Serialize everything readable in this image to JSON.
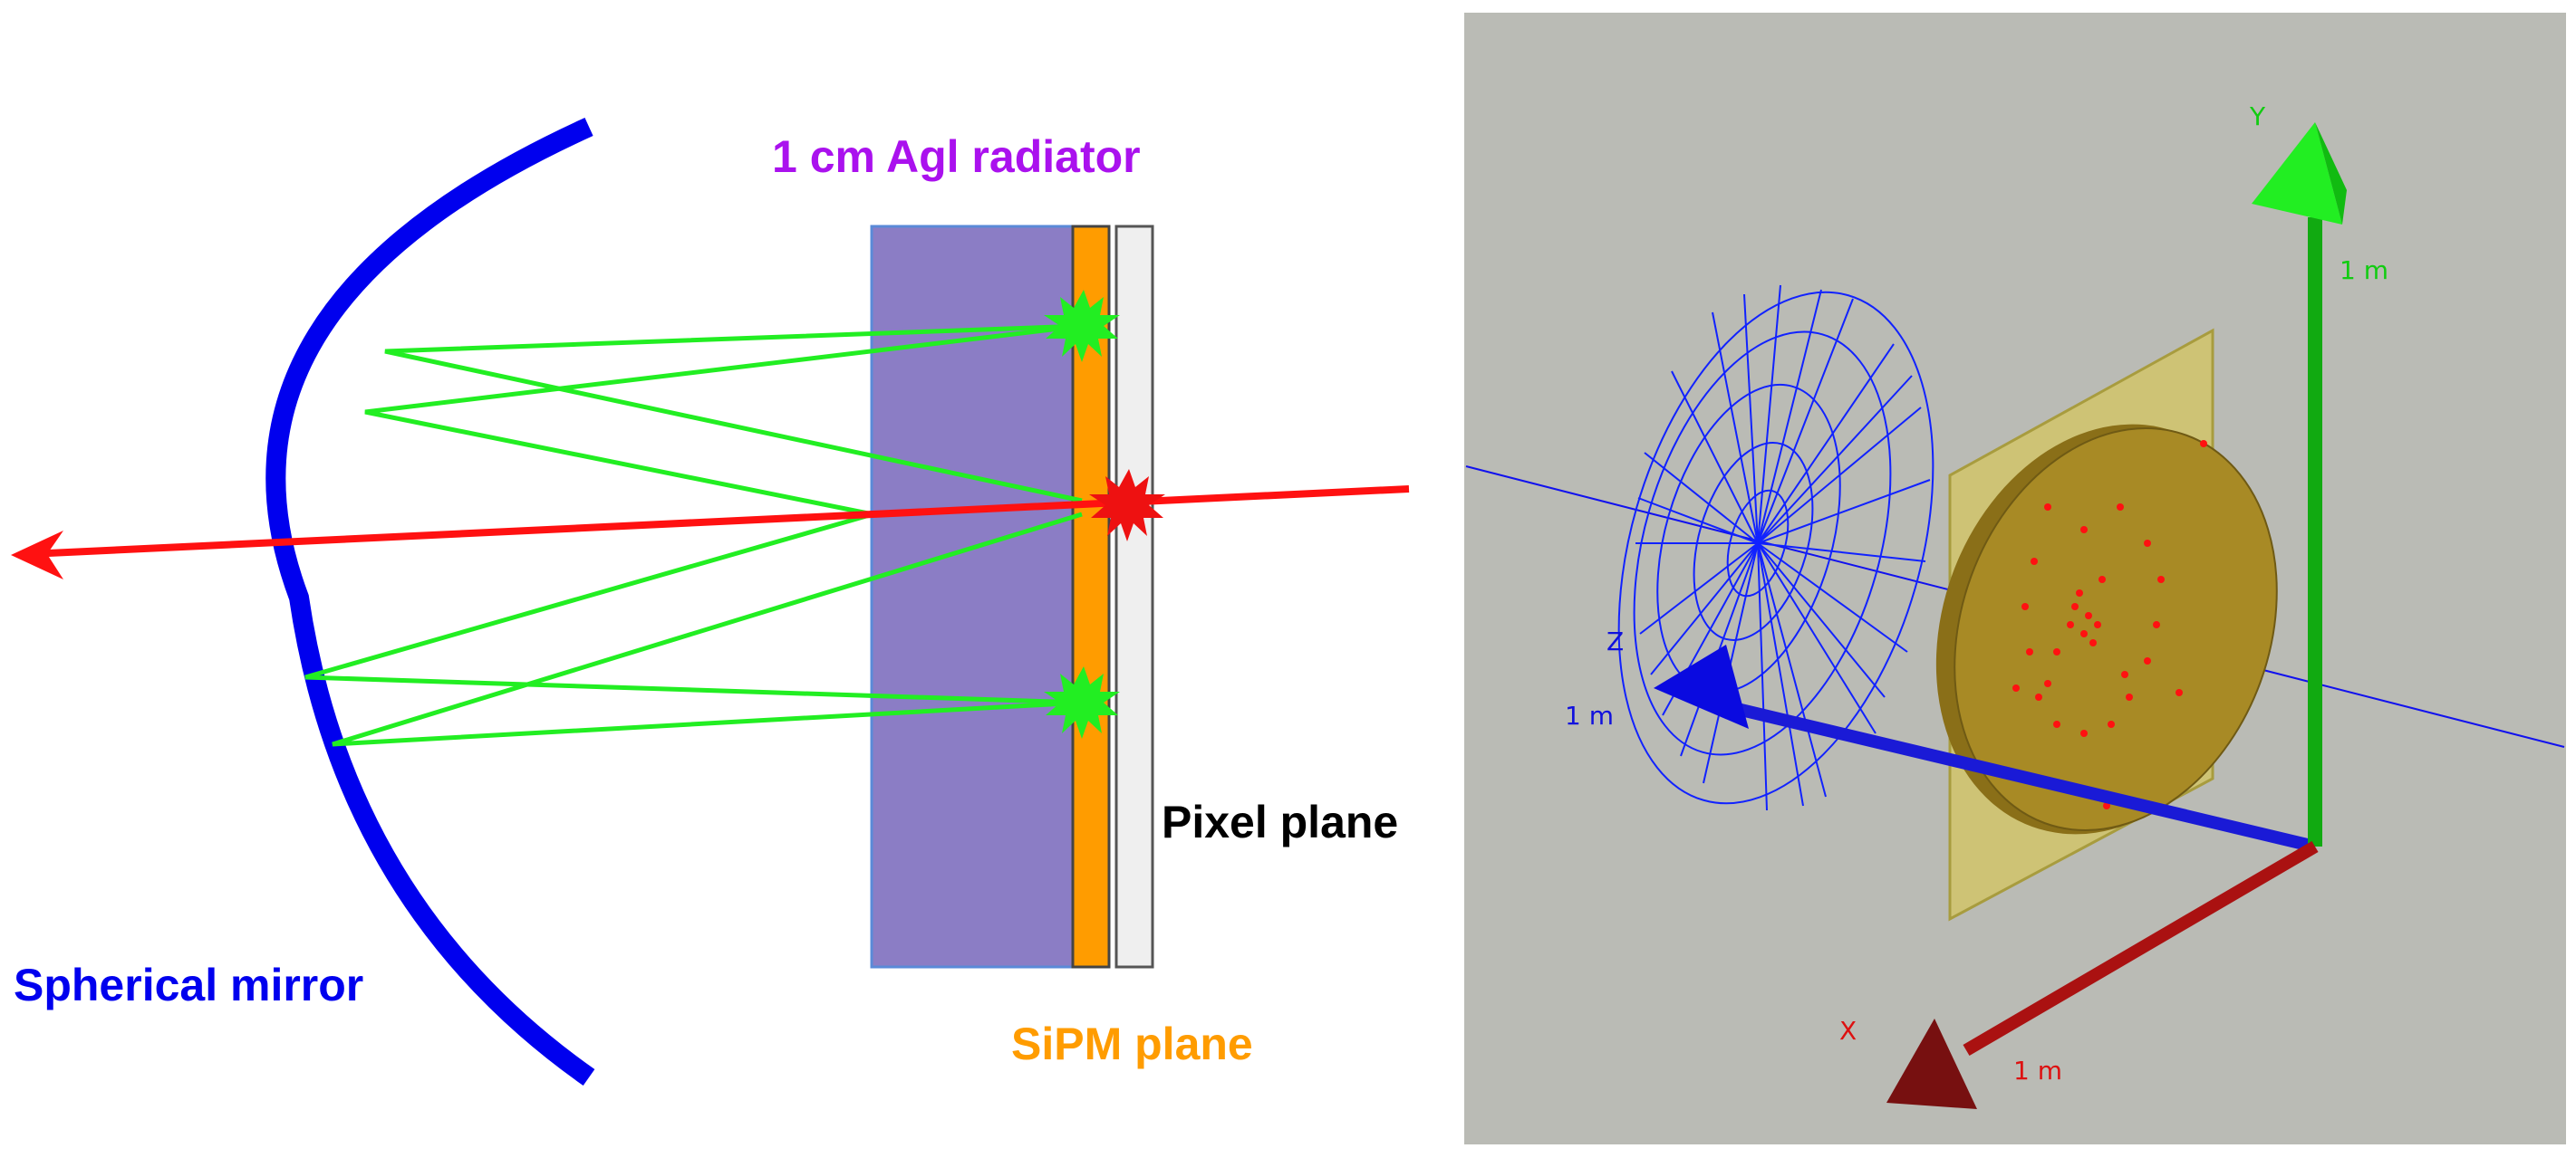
{
  "left_panel": {
    "radiator_label": "1 cm Agl radiator",
    "pixel_plane_label": "Pixel plane",
    "mirror_label": "Spherical mirror",
    "sipm_label": "SiPM plane",
    "colors": {
      "radiator": "#8b7dc5",
      "sipm": "#ff9c00",
      "pixel": "#efefef",
      "mirror": "#0000ee",
      "photon": "#22ee22",
      "particle": "#ff1111",
      "radiator_text": "#aa11ee",
      "sipm_text": "#ff9c00",
      "pixel_text": "#000000",
      "mirror_text": "#0000ee"
    }
  },
  "right_panel": {
    "axis_y_label": "Y",
    "axis_y_scale": "1 m",
    "axis_z_label": "Z",
    "axis_z_scale": "1 m",
    "axis_x_label": "X",
    "axis_x_scale": "1 m",
    "colors": {
      "background": "#babbb5",
      "y_axis": "#11cc11",
      "z_axis": "#1111dd",
      "x_axis": "#aa1111",
      "mirror_wire": "#1122ff",
      "panel": "#d1c46a",
      "disk": "#a88a25",
      "hits": "#ff1111"
    }
  }
}
